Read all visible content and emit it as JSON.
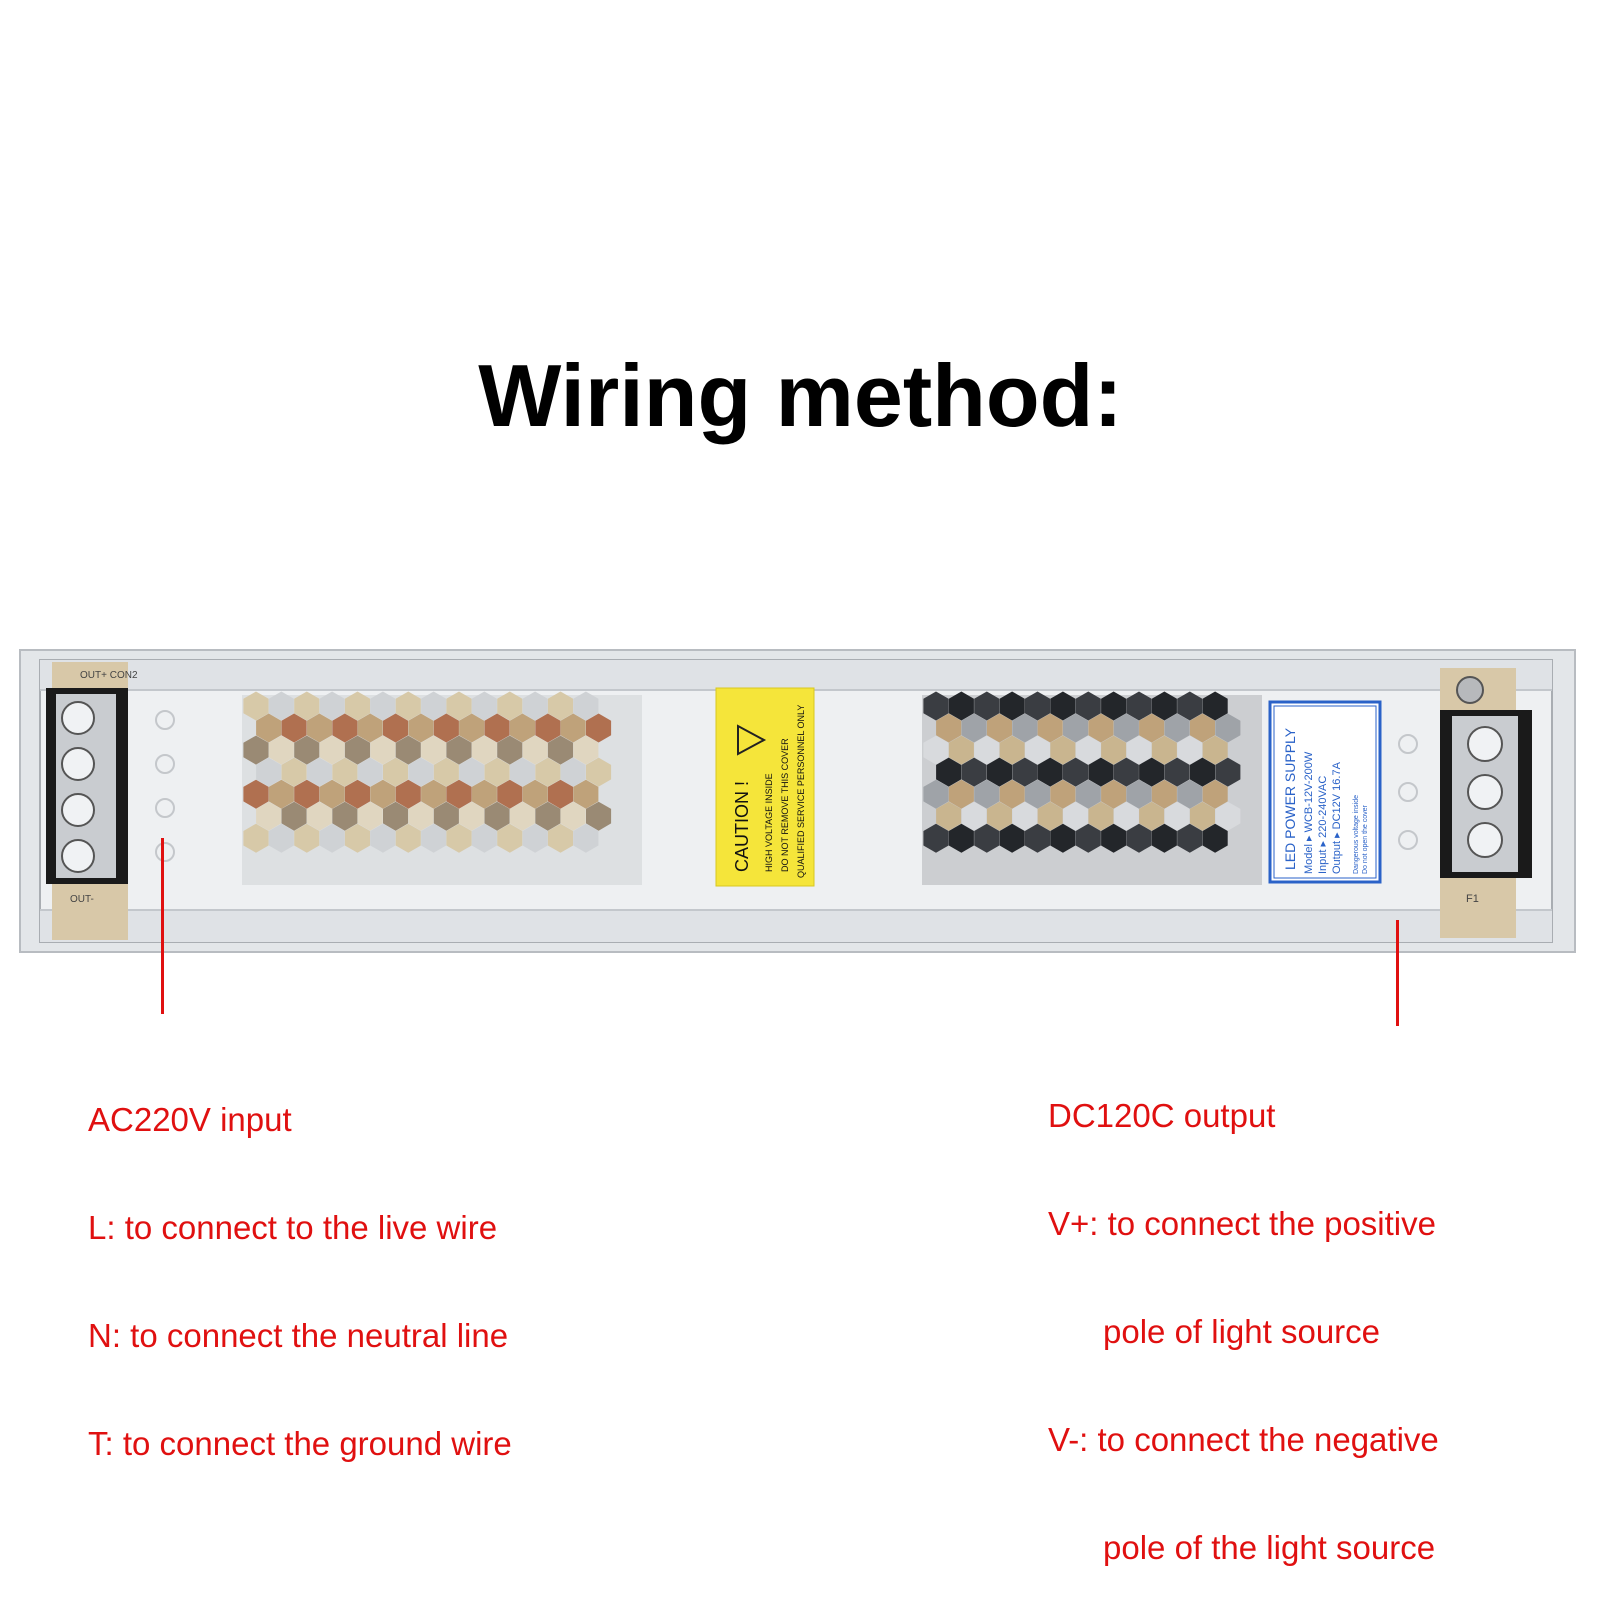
{
  "title": "Wiring method:",
  "device": {
    "caution_label": {
      "heading": "CAUTION !",
      "lines": [
        "HIGH VOLTAGE INSIDE",
        "DO NOT REMOVE THIS COVER",
        "QUALIFIED SERVICE PERSONNEL ONLY"
      ]
    },
    "spec_label": {
      "heading": "LED POWER SUPPLY",
      "lines": [
        "Model ▸ WCB-12V-200W",
        "Input ▸ 220-240VAC",
        "Output ▸ DC12V 16.7A"
      ],
      "footer": [
        "Dangerous voltage inside",
        "Do not open the cover"
      ]
    },
    "terminal_marks": {
      "left_top": "OUT+   CON2",
      "left_bottom": "OUT-",
      "right_bottom": "F1"
    },
    "colors": {
      "case": "#eef0f2",
      "caution_bg": "#f5e53a",
      "spec_border": "#2a62c8"
    }
  },
  "input_note": {
    "lines": [
      "AC220V input",
      "L: to connect to the live wire",
      "N: to connect the neutral line",
      "T: to connect the ground wire"
    ]
  },
  "output_note": {
    "lines": [
      "DC120C output",
      "V+: to connect the positive",
      "      pole of light source",
      "V-: to connect the negative",
      "      pole of the light source"
    ]
  },
  "accent_color": "#e01010"
}
